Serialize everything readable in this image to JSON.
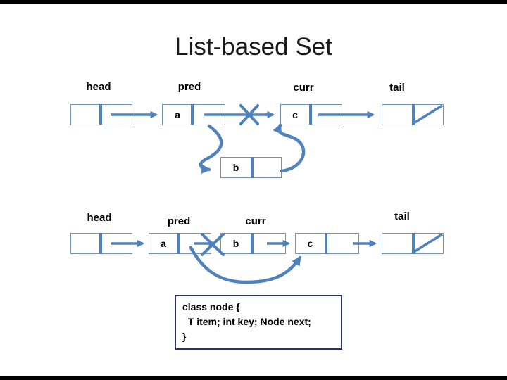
{
  "title": "List-based Set",
  "colors": {
    "node-border": "#7593b5",
    "divider": "#4f81bd",
    "connector": "#4f81bd",
    "code-border": "#2a3171",
    "title-text": "#1a1a1a",
    "label-text": "#000000",
    "letterbox": "#000000",
    "background": "#ffffff"
  },
  "diagram_top": {
    "pointer_labels": [
      "head",
      "pred",
      "curr",
      "tail"
    ],
    "node_labels": {
      "a": "a",
      "b": "b",
      "c": "c"
    }
  },
  "diagram_bottom": {
    "pointer_labels": [
      "head",
      "pred",
      "curr",
      "tail"
    ],
    "node_labels": {
      "a": "a",
      "b": "b",
      "c": "c"
    }
  },
  "code_box": {
    "lines": [
      "class node {",
      "  T item; int key; Node next;",
      "}"
    ]
  }
}
